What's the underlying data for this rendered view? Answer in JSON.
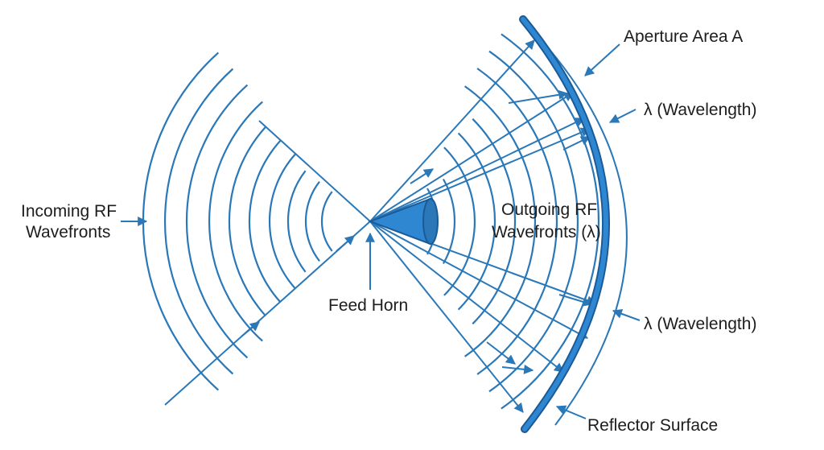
{
  "labels": {
    "incoming_line1": "Incoming RF",
    "incoming_line2": "Wavefronts",
    "feed_horn": "Feed Horn",
    "outgoing_line1": "Outgoing RF",
    "outgoing_line2": "Wavefronts (λ)",
    "aperture": "Aperture Area A",
    "wavelength_top": "λ (Wavelength)",
    "wavelength_bottom": "λ (Wavelength)",
    "reflector": "Reflector Surface"
  },
  "colors": {
    "line": "#2a78b8",
    "reflector": "#2b7cc4",
    "reflector_dark": "#1a5a97",
    "horn": "#2f86d1",
    "text": "#1d1d1d"
  },
  "icons": {
    "feed_horn": "cone-horn-icon",
    "reflector": "curved-dish-icon"
  }
}
